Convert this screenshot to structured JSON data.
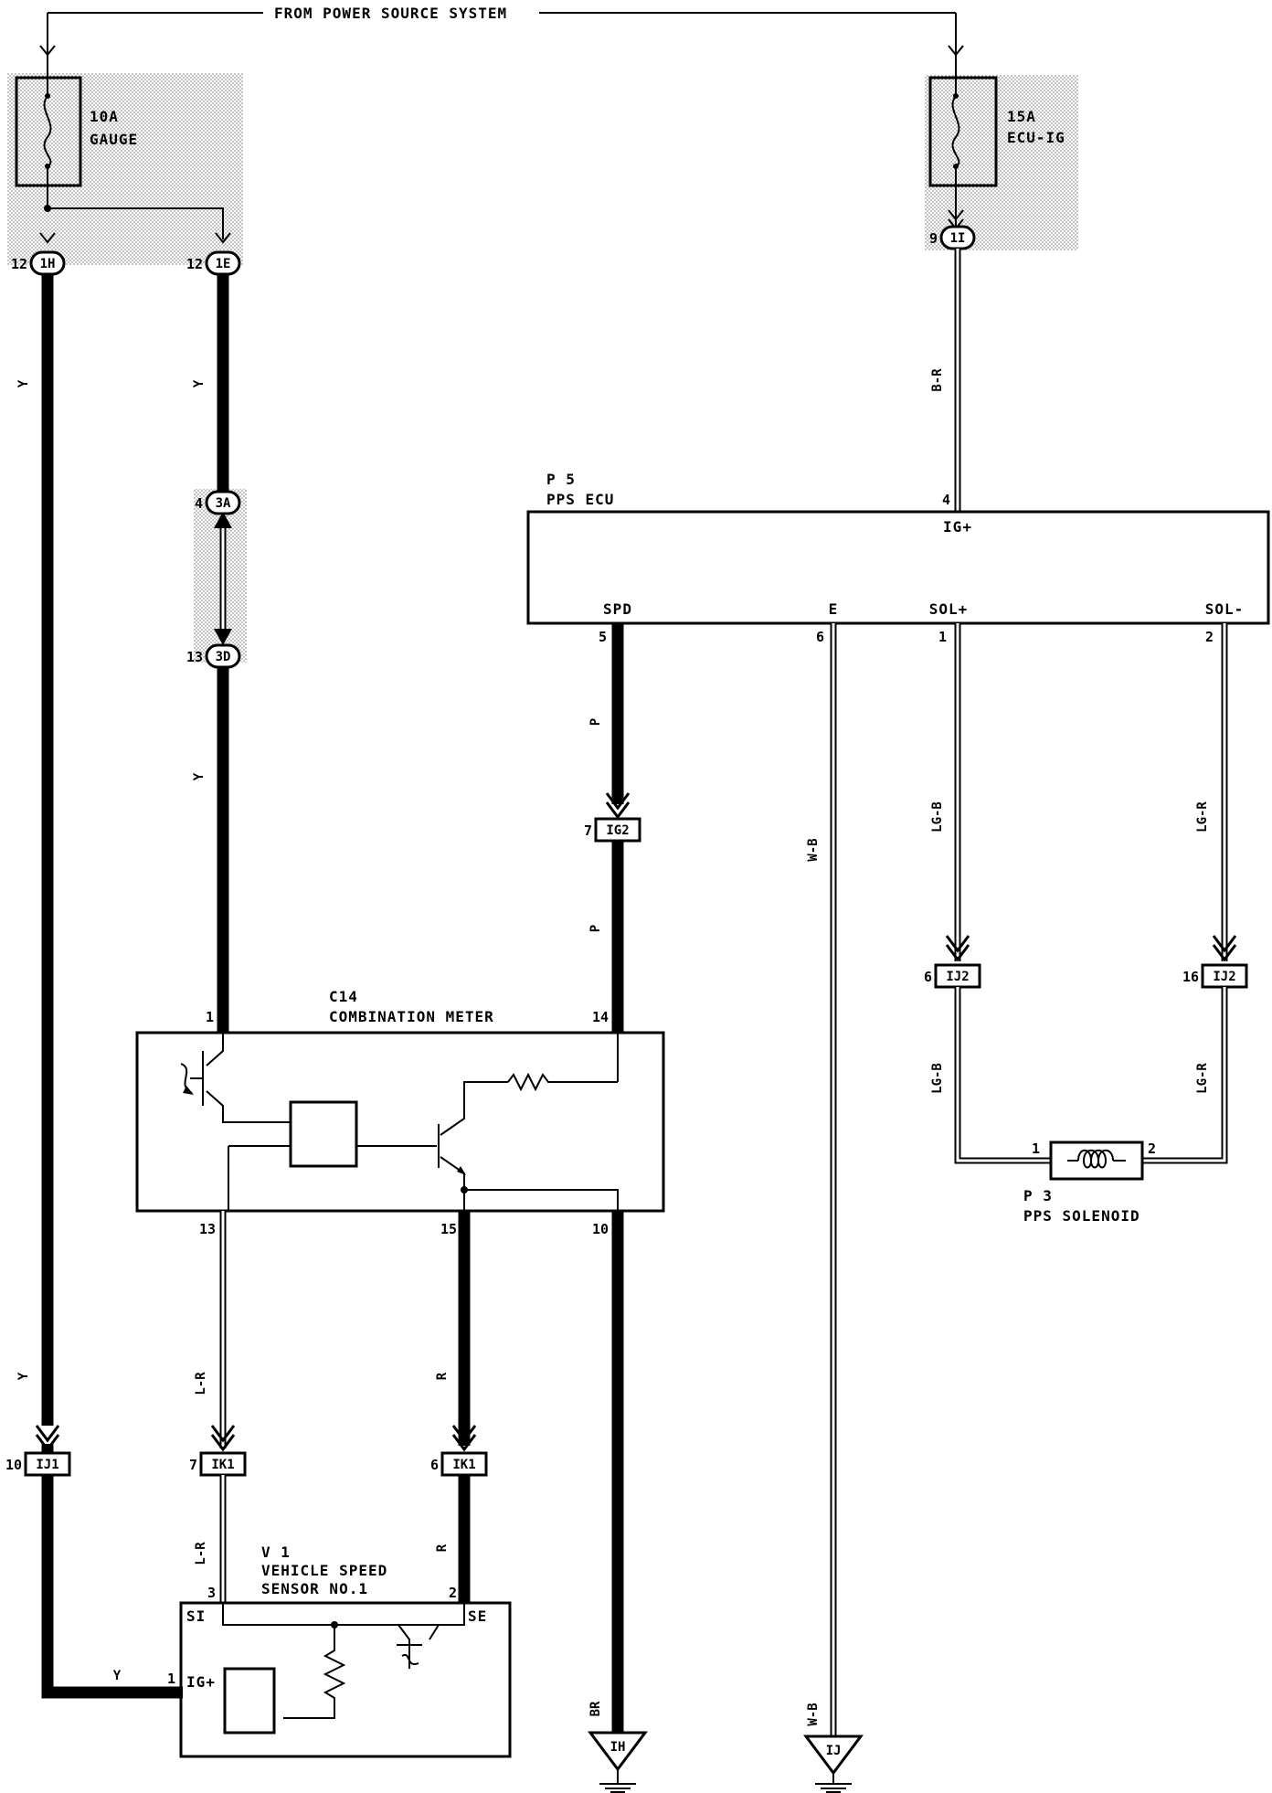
{
  "header": {
    "power_source": "FROM POWER SOURCE SYSTEM"
  },
  "fuses": {
    "gauge": {
      "rating": "10A",
      "name": "GAUGE"
    },
    "ecu_ig": {
      "rating": "15A",
      "name": "ECU-IG"
    }
  },
  "connectors": {
    "c1h": {
      "pin": "12",
      "id": "1H"
    },
    "c1e": {
      "pin": "12",
      "id": "1E"
    },
    "c1i": {
      "pin": "9",
      "id": "1I"
    },
    "c3a": {
      "pin": "4",
      "id": "3A"
    },
    "c3d": {
      "pin": "13",
      "id": "3D"
    },
    "ig2": {
      "pin": "7",
      "id": "IG2"
    },
    "ij2a": {
      "pin": "6",
      "id": "IJ2"
    },
    "ij2b": {
      "pin": "16",
      "id": "IJ2"
    },
    "ij1": {
      "pin": "10",
      "id": "IJ1"
    },
    "ik1a": {
      "pin": "7",
      "id": "IK1"
    },
    "ik1b": {
      "pin": "6",
      "id": "IK1"
    }
  },
  "ecu": {
    "code": "P 5",
    "name": "PPS ECU",
    "terminals": {
      "ig": "IG+",
      "spd": "SPD",
      "e": "E",
      "solp": "SOL+",
      "solm": "SOL-"
    },
    "pins": {
      "ig": "4",
      "spd": "5",
      "e": "6",
      "solp": "1",
      "solm": "2"
    }
  },
  "meter": {
    "code": "C14",
    "name": "COMBINATION METER",
    "pins": {
      "p1": "1",
      "p14": "14",
      "p13": "13",
      "p15": "15",
      "p10": "10"
    }
  },
  "sensor": {
    "code": "V 1",
    "name_line1": "VEHICLE SPEED",
    "name_line2": "SENSOR NO.1",
    "terminals": {
      "si": "SI",
      "se": "SE",
      "ig": "IG+"
    },
    "pins": {
      "p3": "3",
      "p2": "2",
      "p1": "1"
    }
  },
  "solenoid": {
    "code": "P 3",
    "name": "PPS SOLENOID",
    "pins": {
      "p1": "1",
      "p2": "2"
    }
  },
  "grounds": {
    "ih": "IH",
    "ij": "IJ"
  },
  "wire_colors": {
    "y1": "Y",
    "y2": "Y",
    "y3": "Y",
    "y4": "Y",
    "y5": "Y",
    "br_ig": "B-R",
    "p1": "P",
    "p2": "P",
    "wb1": "W-B",
    "wb2": "W-B",
    "lgb1": "LG-B",
    "lgb2": "LG-B",
    "lgr1": "LG-R",
    "lgr2": "LG-R",
    "lr1": "L-R",
    "lr2": "L-R",
    "r1": "R",
    "r2": "R",
    "br": "BR"
  }
}
